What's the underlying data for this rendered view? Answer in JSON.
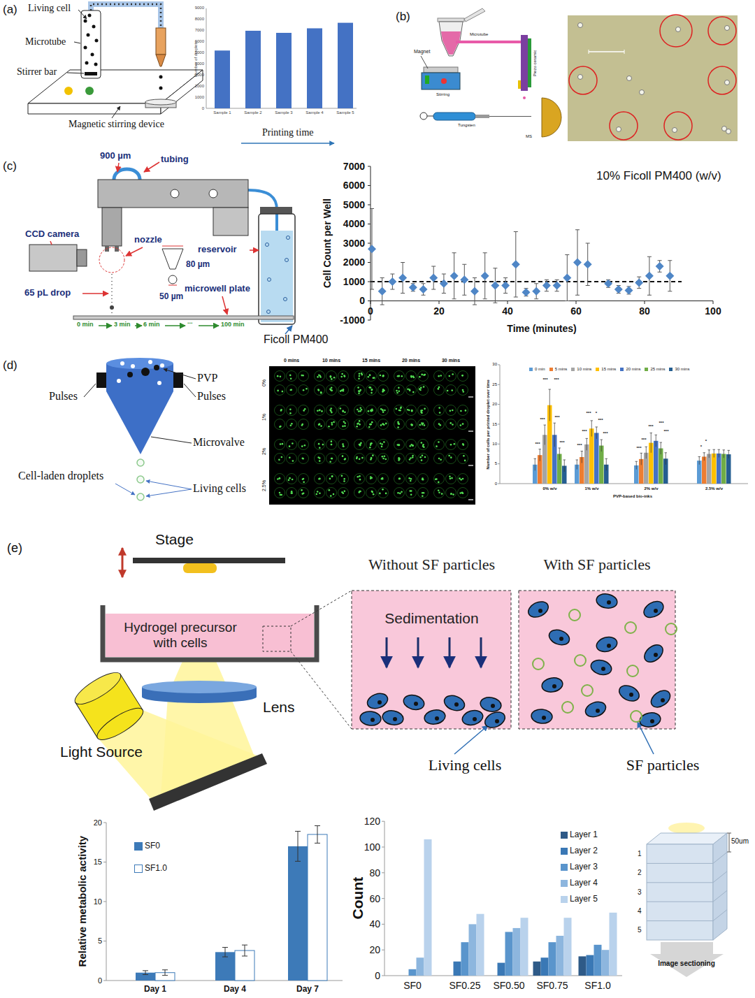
{
  "diagram": {
    "nodes": [
      {
        "text": [
          "Hydrogel precursor with cells"
        ]
      },
      {
        "text": [
          "Without SF particles",
          "Sedimentation"
        ]
      },
      {
        "text": [
          "With SF particles"
        ]
      }
    ],
    "labels": [
      "(a)",
      "Living cell",
      "Microtube",
      "Stirrer bar",
      "Magnetic stirring device",
      "0",
      "1000",
      "2000",
      "3000",
      "4000",
      "5000",
      "6000",
      "7000",
      "8000",
      "9000",
      "Number of droplets",
      "Sample 1",
      "Sample 2",
      "Sample 3",
      "Sample 4",
      "Sample 5",
      "Printing time",
      "(b)",
      "Microtube",
      "Magnet",
      "Stirring",
      "Piezo ceramic",
      "Tungsten",
      "MS",
      "(c)",
      "900 µm",
      "tubing",
      "CCD camera",
      "nozzle",
      "reservoir",
      "80 µm",
      "65 pL drop",
      "microwell plate",
      "50 µm",
      "0 min",
      "3 min",
      "6 min",
      "...",
      "100 min",
      "Ficoll PM400",
      "7000",
      "6000",
      "5000",
      "4000",
      "3000",
      "2000",
      "1000",
      "0",
      "-1000",
      "Cell Count per Well",
      "0",
      "20",
      "40",
      "60",
      "80",
      "100",
      "Time (minutes)",
      "10% Ficoll PM400 (w/v)",
      "(d)",
      "PVP",
      "Pulses",
      "Pulses",
      "Microvalve",
      "Cell-laden droplets",
      "Living cells",
      "0 mins",
      "10 mins",
      "15 mins",
      "20 mins",
      "30 mins",
      "0%",
      "1%",
      "2%",
      "2.5%",
      "0",
      "5",
      "10",
      "15",
      "20",
      "25",
      "30",
      "Number of cells per printed droplet over time",
      "0% w/v",
      "1% w/v",
      "2% w/v",
      "2.5% w/v",
      "PVP-based bio-inks",
      "***",
      "***",
      "***",
      "***",
      "***",
      "***",
      "***",
      "***",
      "***",
      "*",
      "***",
      "***",
      "***",
      "***",
      "***",
      "***",
      "***",
      "*",
      "*",
      "(e)",
      "Stage",
      "Lens",
      "Light Source",
      "Living cells",
      "SF particles",
      "0",
      "5",
      "10",
      "15",
      "20",
      "Relative metabolic activity",
      "Day 1",
      "Day 4",
      "Day 7",
      "0",
      "20",
      "40",
      "60",
      "80",
      "100",
      "120",
      "Count",
      "SF0",
      "SF0.25",
      "SF0.50",
      "SF0.75",
      "SF1.0",
      "50um",
      "1",
      "2",
      "3",
      "4",
      "5",
      "Image sectioning"
    ],
    "legend": [
      {
        "text": "0 min",
        "color": "#5b9bd5"
      },
      {
        "text": "5 mins",
        "color": "#ed7d31"
      },
      {
        "text": "10 mins",
        "color": "#a5a5a5"
      },
      {
        "text": "15 mins",
        "color": "#ffc000"
      },
      {
        "text": "20 mins",
        "color": "#4472c4"
      },
      {
        "text": "25 mins",
        "color": "#70ad47"
      },
      {
        "text": "30 mins",
        "color": "#255e91"
      },
      {
        "text": "SF0",
        "color": "#3d7ab8"
      },
      {
        "text": "SF1.0",
        "color": "#ffffff"
      },
      {
        "text": "Layer 1",
        "color": "#2e5a87"
      },
      {
        "text": "Layer 2",
        "color": "#3a78b5"
      },
      {
        "text": "Layer 3",
        "color": "#5a95cc"
      },
      {
        "text": "Layer 4",
        "color": "#8db6de"
      },
      {
        "text": "Layer 5",
        "color": "#b9d2ec"
      }
    ]
  }
}
